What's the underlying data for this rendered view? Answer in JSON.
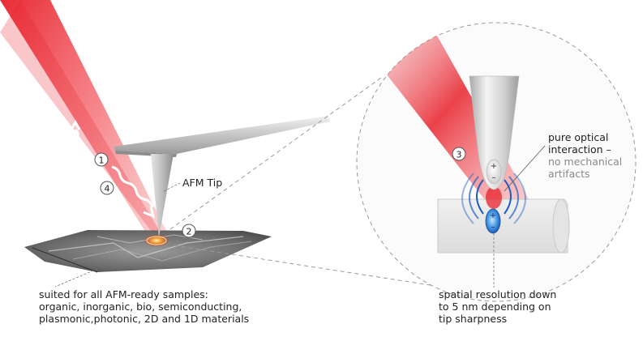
{
  "labels": {
    "afm_tip": "AFM Tip",
    "marker_1": "1",
    "marker_2": "2",
    "marker_3": "3",
    "marker_4": "4",
    "plus_sign": "+",
    "minus_sign": "–",
    "optical_line1": "pure optical",
    "optical_line2": "interaction –",
    "optical_line3": "no mechanical",
    "optical_line4": "artifacts",
    "samples_line1": "suited for all AFM-ready samples:",
    "samples_line2": "organic, inorganic, bio, semiconducting,",
    "samples_line3": "plasmonic,photonic, 2D and 1D materials",
    "resolution_line1": "spatial resolution down",
    "resolution_line2": "to 5 nm depending on",
    "resolution_line3": "tip sharpness"
  },
  "colors": {
    "laser": "#e8202a",
    "tip_silver": "#c8c8c8",
    "charge_blue": "#2a66c8",
    "sample_gray": "#6e6e6e",
    "dashed": "#9a9a9a",
    "text": "#222222",
    "secondary_text": "#8a8a8a"
  }
}
